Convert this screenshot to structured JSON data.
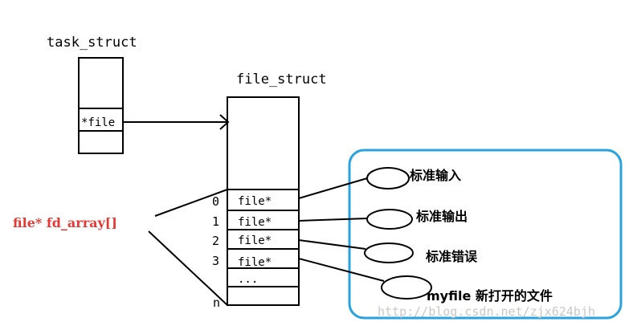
{
  "labels": {
    "task_struct": "task_struct",
    "file_struct": "file_struct",
    "file_ptr": "*file",
    "fd_array": "file* fd_array[]"
  },
  "slots": [
    {
      "index": "0",
      "text": "file*"
    },
    {
      "index": "1",
      "text": "file*"
    },
    {
      "index": "2",
      "text": "file*"
    },
    {
      "index": "3",
      "text": "file*"
    },
    {
      "index": "",
      "text": "..."
    },
    {
      "index": "n",
      "text": ""
    }
  ],
  "files": [
    {
      "label": "标准输入"
    },
    {
      "label": "标准输出"
    },
    {
      "label": "标准错误"
    },
    {
      "label": "myfile 新打开的文件"
    }
  ],
  "watermark": "http://blog.csdn.net/zjx624bjh",
  "colors": {
    "fd_array_text": "#e53935",
    "container_border": "#29a3df",
    "line": "#000000",
    "watermark": "#c8c8c8"
  }
}
